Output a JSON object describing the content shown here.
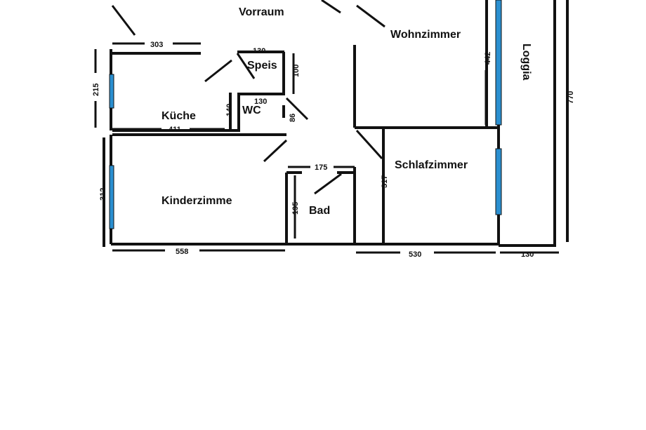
{
  "rooms": {
    "vorraum": "Vorraum",
    "wohnzimmer": "Wohnzimmer",
    "loggia": "Loggia",
    "speis": "Speis",
    "kueche": "Küche",
    "wc": "WC",
    "schlafzimmer": "Schlafzimmer",
    "kinderzimmer": "Kinderzimme",
    "bad": "Bad"
  },
  "dimensions": {
    "kueche_width": "303",
    "speis_width": "130",
    "speis_height": "100",
    "wc_width": "130",
    "wc_height": "140",
    "wc_side": "86",
    "kueche_height": "215",
    "kueche_bottom": "411",
    "bad_width": "175",
    "bad_height": "195",
    "kinderzimmer_height": "312",
    "schlafzimmer_height": "317",
    "wohnzimmer_height": "442",
    "total_height": "770",
    "bottom_left": "558",
    "bottom_middle": "530",
    "bottom_right": "130"
  },
  "colors": {
    "wall": "#111111",
    "window": "#2a8fd0",
    "background": "#ffffff"
  }
}
